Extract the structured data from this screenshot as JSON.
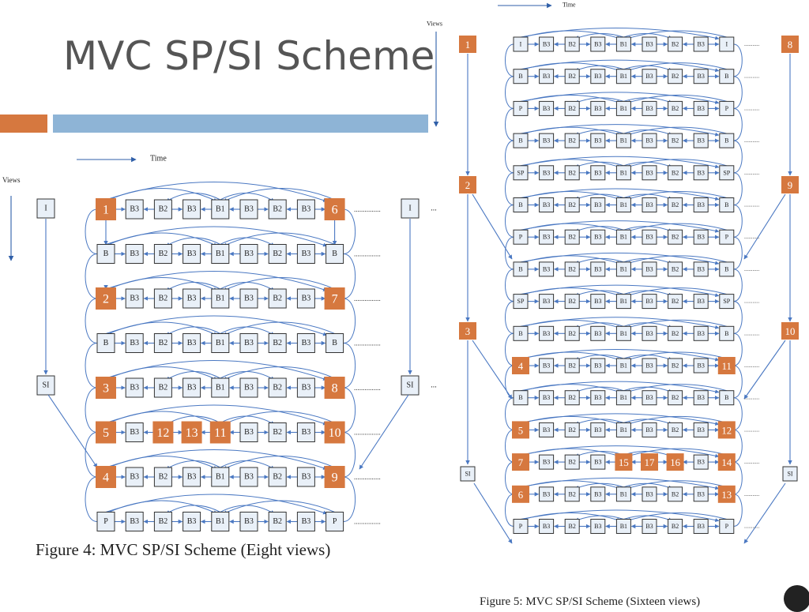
{
  "slide": {
    "title": "MVC SP/SI Scheme",
    "slide_number": ""
  },
  "colors": {
    "accent_orange": "#d6783f",
    "accent_blue": "#8eb4d6",
    "arrow_blue": "#4a78c2",
    "frame_border": "#333333"
  },
  "figure_left": {
    "caption": "Figure 4: MVC SP/SI Scheme (Eight views)",
    "axis_time": "Time",
    "axis_views": "Views",
    "dots": "...............",
    "ellipsis": "...",
    "side_frames": [
      [
        "I",
        "I"
      ],
      [
        "SI",
        "SI"
      ]
    ],
    "rows": [
      [
        "1",
        "B3",
        "B2",
        "B3",
        "B1",
        "B3",
        "B2",
        "B3",
        "6"
      ],
      [
        "B",
        "B3",
        "B2",
        "B3",
        "B1",
        "B3",
        "B2",
        "B3",
        "B"
      ],
      [
        "2",
        "B3",
        "B2",
        "B3",
        "B1",
        "B3",
        "B2",
        "B3",
        "7"
      ],
      [
        "B",
        "B3",
        "B2",
        "B3",
        "B1",
        "B3",
        "B2",
        "B3",
        "B"
      ],
      [
        "3",
        "B3",
        "B2",
        "B3",
        "B1",
        "B3",
        "B2",
        "B3",
        "8"
      ],
      [
        "5",
        "B3",
        "12",
        "13",
        "11",
        "B3",
        "B2",
        "B3",
        "10"
      ],
      [
        "4",
        "B3",
        "B2",
        "B3",
        "B1",
        "B3",
        "B2",
        "B3",
        "9"
      ],
      [
        "P",
        "B3",
        "B2",
        "B3",
        "B1",
        "B3",
        "B2",
        "B3",
        "P"
      ]
    ]
  },
  "figure_right": {
    "caption": "Figure 5: MVC SP/SI Scheme (Sixteen views)",
    "axis_time": "Time",
    "axis_views": "Views",
    "dots": "...........",
    "left_markers": [
      "1",
      "2",
      "3"
    ],
    "right_markers": [
      "8",
      "9",
      "10"
    ],
    "side_frames": [
      "SI",
      "SI"
    ],
    "rows": [
      [
        "I",
        "B3",
        "B2",
        "B3",
        "B1",
        "B3",
        "B2",
        "B3",
        "I"
      ],
      [
        "B",
        "B3",
        "B2",
        "B3",
        "B1",
        "B3",
        "B2",
        "B3",
        "B"
      ],
      [
        "P",
        "B3",
        "B2",
        "B3",
        "B1",
        "B3",
        "B2",
        "B3",
        "P"
      ],
      [
        "B",
        "B3",
        "B2",
        "B3",
        "B1",
        "B3",
        "B2",
        "B3",
        "B"
      ],
      [
        "SP",
        "B3",
        "B2",
        "B3",
        "B1",
        "B3",
        "B2",
        "B3",
        "SP"
      ],
      [
        "B",
        "B3",
        "B2",
        "B3",
        "B1",
        "B3",
        "B2",
        "B3",
        "B"
      ],
      [
        "P",
        "B3",
        "B2",
        "B3",
        "B1",
        "B3",
        "B2",
        "B3",
        "P"
      ],
      [
        "B",
        "B3",
        "B2",
        "B3",
        "B1",
        "B3",
        "B2",
        "B3",
        "B"
      ],
      [
        "SP",
        "B3",
        "B2",
        "B3",
        "B1",
        "B3",
        "B2",
        "B3",
        "SP"
      ],
      [
        "B",
        "B3",
        "B2",
        "B3",
        "B1",
        "B3",
        "B2",
        "B3",
        "B"
      ],
      [
        "4",
        "B3",
        "B2",
        "B3",
        "B1",
        "B3",
        "B2",
        "B3",
        "11"
      ],
      [
        "B",
        "B3",
        "B2",
        "B3",
        "B1",
        "B3",
        "B2",
        "B3",
        "B"
      ],
      [
        "5",
        "B3",
        "B2",
        "B3",
        "B1",
        "B3",
        "B2",
        "B3",
        "12"
      ],
      [
        "7",
        "B3",
        "B2",
        "B3",
        "15",
        "17",
        "16",
        "B3",
        "14"
      ],
      [
        "6",
        "B3",
        "B2",
        "B3",
        "B1",
        "B3",
        "B2",
        "B3",
        "13"
      ],
      [
        "P",
        "B3",
        "B2",
        "B3",
        "B1",
        "B3",
        "B2",
        "B3",
        "P"
      ]
    ]
  }
}
